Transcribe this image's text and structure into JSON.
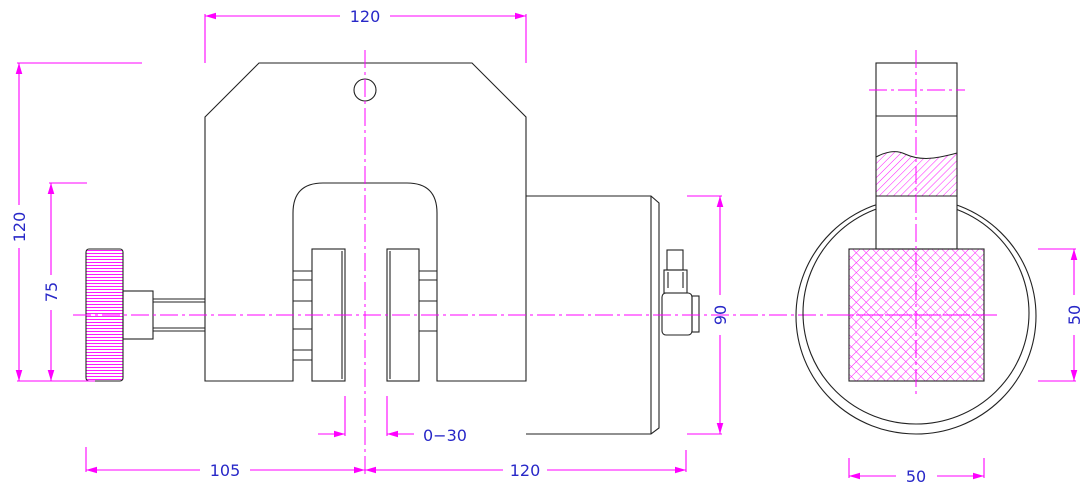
{
  "drawing": {
    "front_view": {
      "dim_overall_width": "120",
      "dim_overall_height": "120",
      "dim_axis_height": "75",
      "dim_jaw_gap": "0−30",
      "dim_knob_to_center": "105",
      "dim_center_to_end": "120",
      "dim_cylinder_diameter": "90"
    },
    "side_view": {
      "dim_square_height": "50",
      "dim_square_width": "50"
    },
    "colors": {
      "dimension": "#ff00ff",
      "text": "#2828c8",
      "outline": "#222222"
    }
  }
}
